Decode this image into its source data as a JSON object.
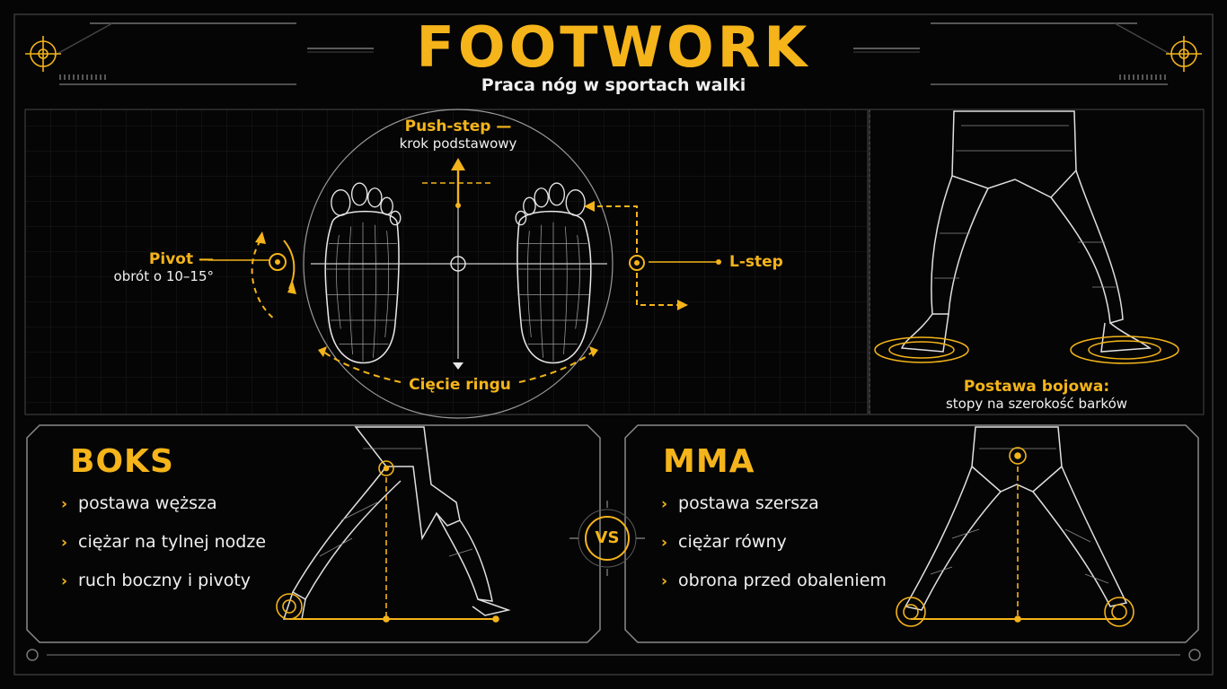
{
  "header": {
    "title": "FOOTWORK",
    "subtitle": "Praca nóg w sportach walki"
  },
  "diagram": {
    "push_step": {
      "label": "Push-step —",
      "desc": "krok podstawowy"
    },
    "pivot": {
      "label": "Pivot —",
      "desc": "obrót o 10–15°"
    },
    "l_step": {
      "label": "L-step"
    },
    "ring_cut": {
      "label": "Cięcie ringu"
    },
    "stance": {
      "label": "Postawa bojowa:",
      "desc": "stopy na szerokość barków"
    }
  },
  "boxing": {
    "title": "BOKS",
    "items": [
      "postawa węższa",
      "ciężar na tylnej nodze",
      "ruch boczny i pivoty"
    ]
  },
  "mma": {
    "title": "MMA",
    "items": [
      "postawa szersza",
      "ciężar równy",
      "obrona przed obaleniem"
    ]
  },
  "versus": "VS",
  "colors": {
    "accent": "#f4b41a",
    "background": "#050505",
    "line": "#cfcfcf"
  }
}
